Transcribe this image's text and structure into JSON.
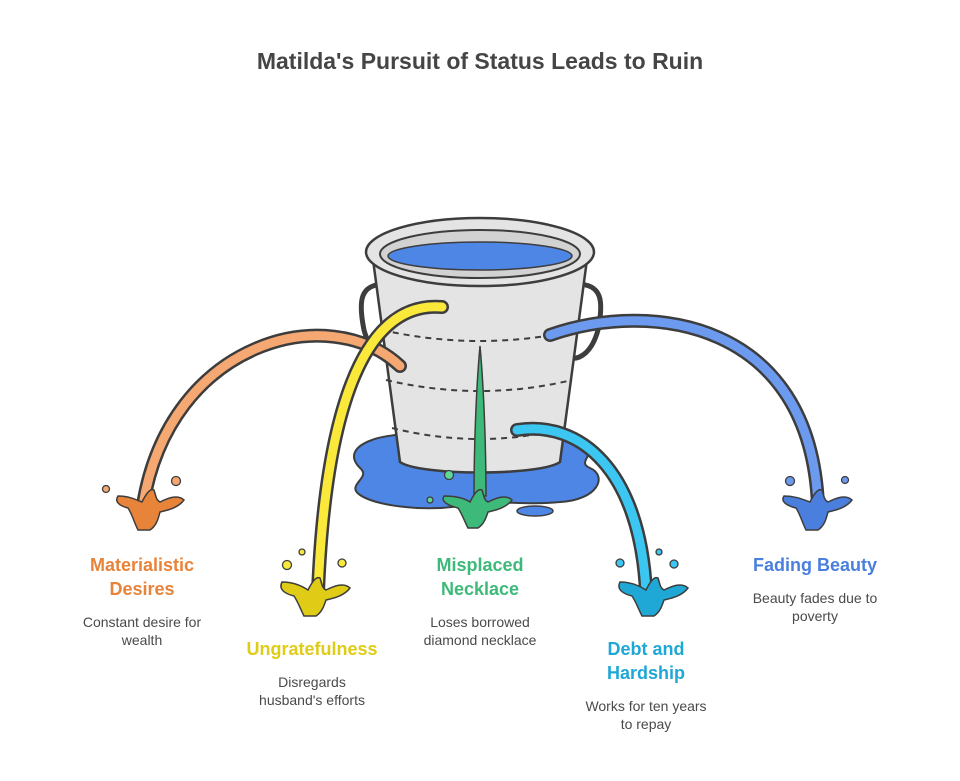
{
  "title": "Matilda's Pursuit of Status Leads to Ruin",
  "items": [
    {
      "heading_lines": [
        "Materialistic",
        "Desires"
      ],
      "desc_lines": [
        "Constant desire for",
        "wealth"
      ],
      "color": "#E8833A",
      "light": "#F6A872"
    },
    {
      "heading_lines": [
        "Ungratefulness"
      ],
      "desc_lines": [
        "Disregards",
        "husband's efforts"
      ],
      "color": "#E0CC17",
      "light": "#FAE93B"
    },
    {
      "heading_lines": [
        "Misplaced",
        "Necklace"
      ],
      "desc_lines": [
        "Loses borrowed",
        "diamond necklace"
      ],
      "color": "#3DBA7A",
      "light": "#5ED99A"
    },
    {
      "heading_lines": [
        "Debt and",
        "Hardship"
      ],
      "desc_lines": [
        "Works for ten years",
        "to repay"
      ],
      "color": "#1FA8D6",
      "light": "#3CC6F2"
    },
    {
      "heading_lines": [
        "Fading Beauty"
      ],
      "desc_lines": [
        "Beauty fades due to",
        "poverty"
      ],
      "color": "#4A7FDD",
      "light": "#6C9AEE"
    }
  ],
  "colors": {
    "bucket": "#E4E4E4",
    "outline": "#3d3d3d",
    "water": "#4E86E6",
    "water_light": "#7AA9F2"
  }
}
